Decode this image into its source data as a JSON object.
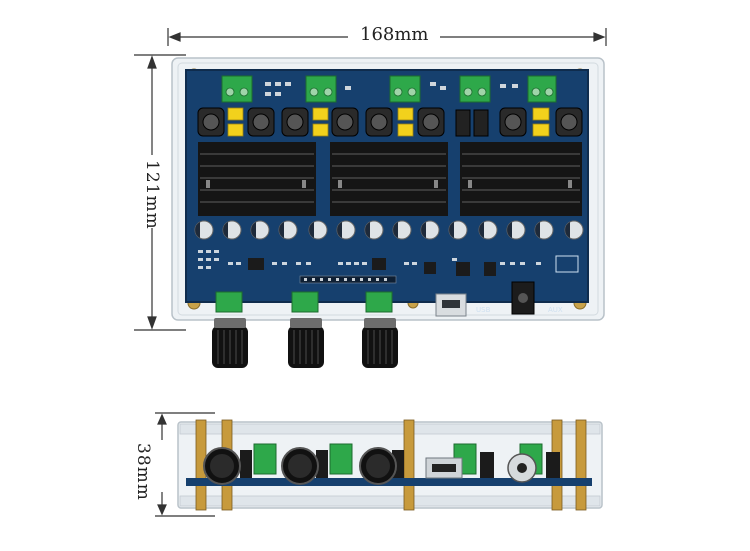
{
  "dimensions": {
    "width": "168mm",
    "height": "121mm",
    "depth": "38mm"
  },
  "board_labels": {
    "usb": "USB",
    "aux": "AUX"
  },
  "colors": {
    "pcb": "#153a66",
    "heatsink": "#1a1a1a",
    "terminal": "#2ea84a",
    "acrylic": "#e9eef2",
    "knob": "#111111"
  }
}
